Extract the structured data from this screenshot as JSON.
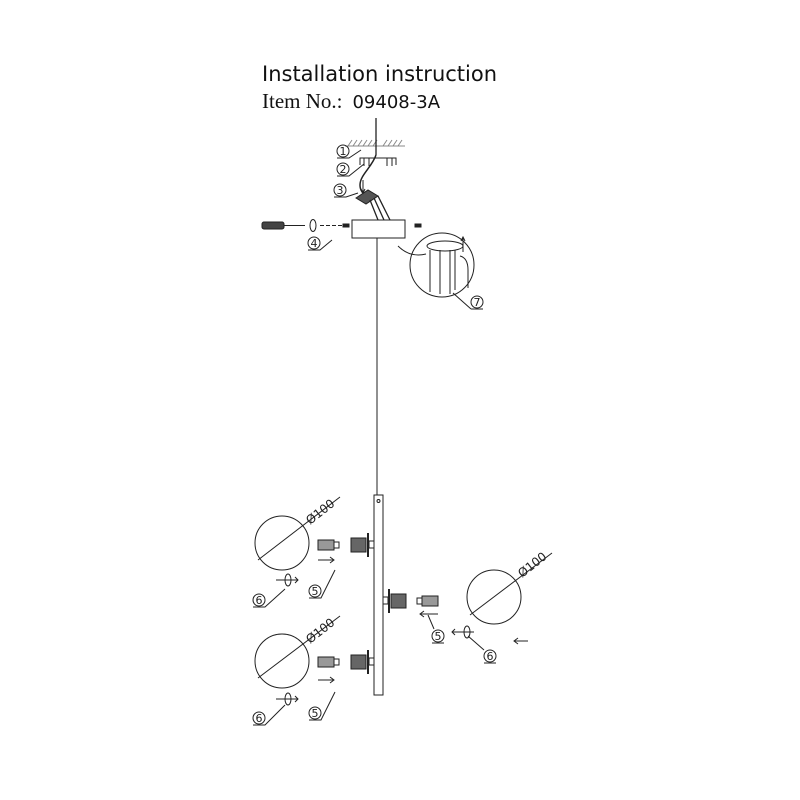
{
  "title": "Installation instruction",
  "item_label": "Item No.:",
  "item_number": "09408-3A",
  "callouts": {
    "c1": "1",
    "c2": "2",
    "c3": "3",
    "c4": "4",
    "c5": "5",
    "c6": "6",
    "c7": "7"
  },
  "dimension": "Ø100"
}
